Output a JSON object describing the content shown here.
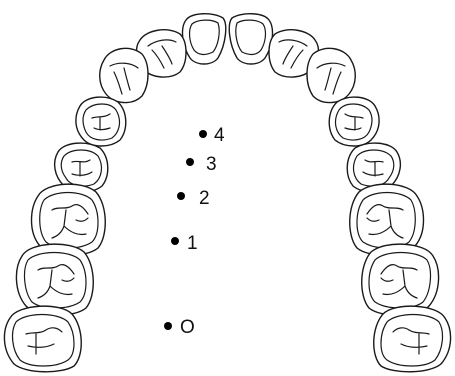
{
  "diagram": {
    "points": [
      {
        "id": "O",
        "label": "O"
      },
      {
        "id": "1",
        "label": "1"
      },
      {
        "id": "2",
        "label": "2"
      },
      {
        "id": "3",
        "label": "3"
      },
      {
        "id": "4",
        "label": "4"
      }
    ],
    "teeth_left": [
      "central-incisor",
      "lateral-incisor",
      "canine",
      "first-premolar",
      "second-premolar",
      "first-molar",
      "second-molar",
      "third-molar"
    ],
    "teeth_right": [
      "central-incisor",
      "lateral-incisor",
      "canine",
      "first-premolar",
      "second-premolar",
      "first-molar",
      "second-molar",
      "third-molar"
    ],
    "stroke_color": "#1a1a1a",
    "dot_color": "#000000"
  }
}
